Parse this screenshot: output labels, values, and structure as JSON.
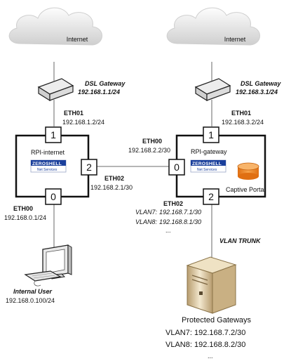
{
  "left": {
    "cloud_label": "Internet",
    "gateway_name": "DSL Gateway",
    "gateway_ip": "192.168.1.1/24",
    "eth01_label": "ETH01",
    "eth01_ip": "192.168.1.2/24",
    "box_title": "RPI-internet",
    "port_top": "1",
    "port_right": "2",
    "port_bottom": "0",
    "eth02_label": "ETH02",
    "eth02_ip": "192.168.2.1/30",
    "eth00_label": "ETH00",
    "eth00_ip": "192.168.0.1/24",
    "user_label": "Internal User",
    "user_ip": "192.168.0.100/24"
  },
  "right": {
    "cloud_label": "Internet",
    "gateway_name": "DSL Gateway",
    "gateway_ip": "192.168.3.1/24",
    "eth01_label": "ETH01",
    "eth01_ip": "192.168.3.2/24",
    "box_title": "RPI-gateway",
    "port_top": "1",
    "port_left": "0",
    "port_bottom": "2",
    "eth00_label": "ETH00",
    "eth00_ip": "192.168.2.2/30",
    "captive_label": "Captive Portal",
    "eth02_label": "ETH02",
    "vlan7_label": "VLAN7:",
    "vlan7_ip": "192.168.7.1/30",
    "vlan8_label": "VLAN8:",
    "vlan8_ip": "192.168.8.1/30",
    "vlan_more": "...",
    "trunk_label": "VLAN TRUNK",
    "server_title": "Protected Gateways",
    "server_vlan7": "VLAN7: 192.168.7.2/30",
    "server_vlan8": "VLAN8: 192.168.8.2/30",
    "server_more": "..."
  },
  "logo": {
    "name": "ZEROSHELL",
    "tagline": "Net Services"
  },
  "colors": {
    "line": "#8a8a8a",
    "box_border": "#111111",
    "logo_blue": "#1a3f9c",
    "captive_orange": "#f08a24"
  }
}
